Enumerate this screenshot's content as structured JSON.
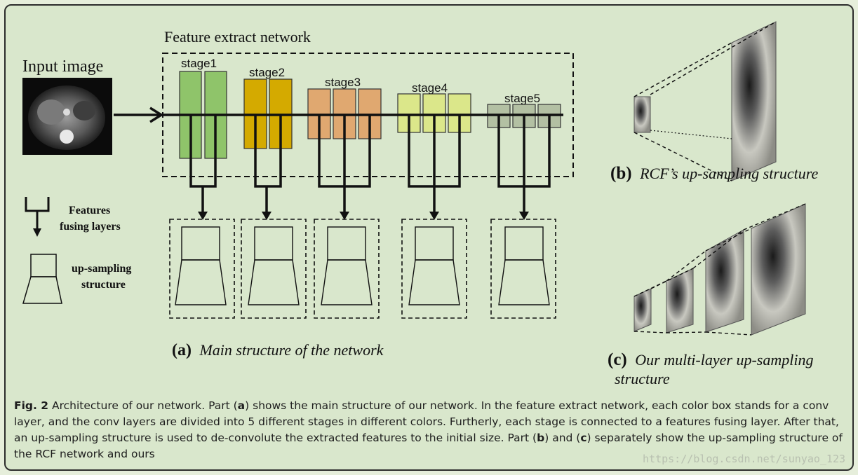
{
  "diagram": {
    "input_label": "Input image",
    "network_title": "Feature extract network",
    "stages": [
      {
        "label": "stage1",
        "color": "#8fc46a"
      },
      {
        "label": "stage2",
        "color": "#d4aa00"
      },
      {
        "label": "stage3",
        "color": "#e0a870"
      },
      {
        "label": "stage4",
        "color": "#dbe78a"
      },
      {
        "label": "stage5",
        "color": "#b3c0a3"
      }
    ],
    "legend": {
      "fusing_line1": "Features",
      "fusing_line2": "fusing layers",
      "upsample_line1": "up-sampling",
      "upsample_line2": "structure"
    },
    "caption_a_letter": "(a)",
    "caption_a_text": "Main structure of the network",
    "caption_b_letter": "(b)",
    "caption_b_text": "RCF’s up-sampling structure",
    "caption_c_letter": "(c)",
    "caption_c_text_line1": "Our multi-layer up-sampling",
    "caption_c_text_line2": "structure"
  },
  "caption": {
    "fig_label": "Fig. 2",
    "t1": " Architecture of our network. Part (",
    "a": "a",
    "t2": ") shows the main structure of our network. In the feature extract network, each color box stands for a conv layer, and the conv layers are divided into 5 different stages in different colors. Furtherly, each stage is connected to a features fusing layer. After that, an up-sampling structure is used to de-convolute the extracted features to the initial size. Part (",
    "b": "b",
    "t3": ") and (",
    "c": "c",
    "t4": ") separately show the up-sampling structure of the RCF network and ours"
  },
  "watermark": "https://blog.csdn.net/sunyao_123"
}
